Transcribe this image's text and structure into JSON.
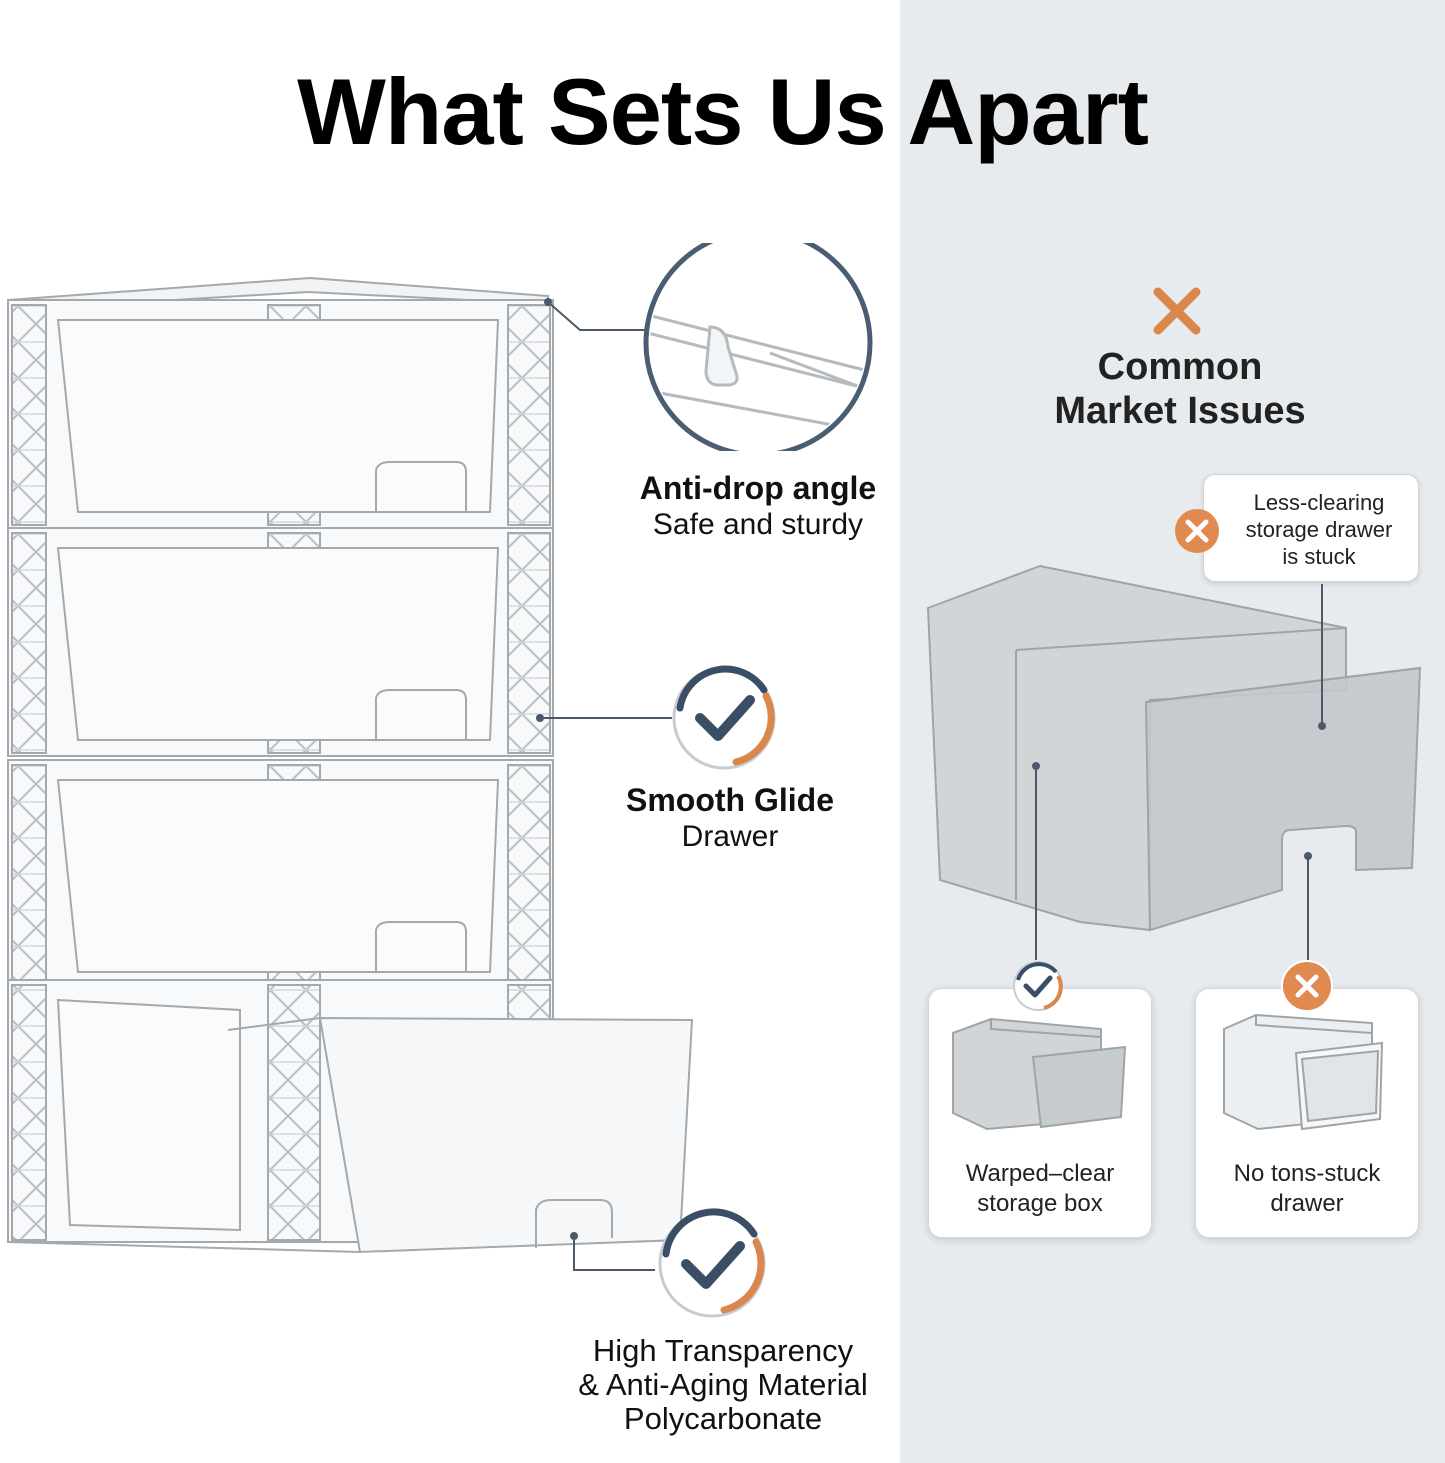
{
  "title": "What Sets Us Apart",
  "features": [
    {
      "title": "Anti-drop angle",
      "subtitle": "Safe and sturdy",
      "icon": "magnifier-detail-icon"
    },
    {
      "title": "Smooth Glide",
      "subtitle": "Drawer",
      "icon": "checkmark-icon"
    },
    {
      "title_lines": [
        "High Transparency",
        "& Anti-Aging Material",
        "Polycarbonate"
      ],
      "icon": "checkmark-icon"
    }
  ],
  "market": {
    "icon": "x-icon",
    "title_lines": [
      "Common",
      "Market Issues"
    ],
    "callout": {
      "icon": "x-icon",
      "lines": [
        "Less-clearing",
        "storage drawer",
        "is stuck"
      ]
    },
    "cards": [
      {
        "icon": "checkmark-icon",
        "lines": [
          "Warped–clear",
          "storage box"
        ]
      },
      {
        "icon": "x-icon",
        "lines": [
          "No tons-stuck",
          "drawer"
        ]
      }
    ]
  },
  "colors": {
    "accent_orange": "#d9874a",
    "accent_navy": "#3a4e66",
    "panel_bg": "#e7ebee",
    "plastic_line": "#9ea4a8"
  }
}
